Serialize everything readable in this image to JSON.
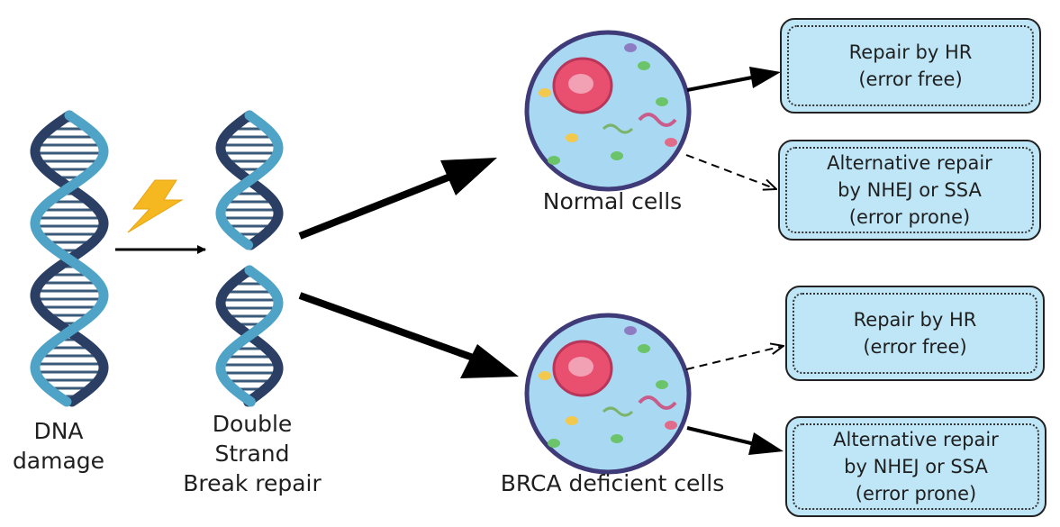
{
  "labels": {
    "dna_damage": [
      "DNA",
      "damage"
    ],
    "dsb_repair": [
      "Double",
      "Strand",
      "Break repair"
    ],
    "normal_cells": "Normal cells",
    "brca_cells": "BRCA deficient cells"
  },
  "boxes": {
    "normal_hr": [
      "Repair by HR",
      "(error free)"
    ],
    "normal_alt": [
      "Alternative repair",
      "by NHEJ or SSA",
      "(error prone)"
    ],
    "brca_hr": [
      "Repair by HR",
      "(error free)"
    ],
    "brca_alt": [
      "Alternative repair",
      "by NHEJ or SSA",
      "(error prone)"
    ]
  },
  "colors": {
    "dna_dark": "#2b3e63",
    "dna_light": "#4fa3c7",
    "rung": "#3a5a7a",
    "lightning": "#f5b820",
    "box_fill": "#bfe6f7",
    "cytoplasm": "#a9d8f2",
    "cell_membrane": "#3f3a78",
    "nucleus": "#e94f6f",
    "nucleolus": "#f2a0b4"
  },
  "icons": {
    "lightning": "lightning-bolt-icon",
    "dna": "dna-helix-icon",
    "cell": "cell-icon"
  }
}
